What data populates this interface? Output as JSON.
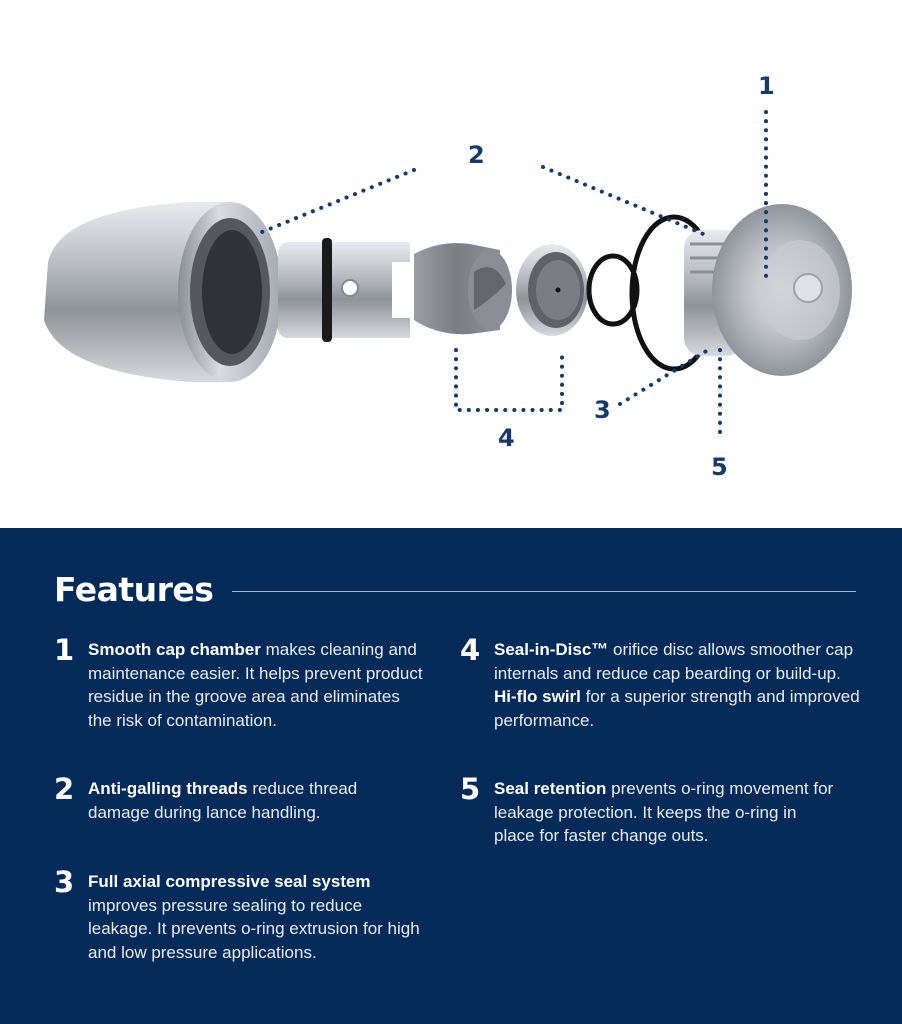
{
  "diagram": {
    "callouts": [
      {
        "id": "1",
        "label": "1"
      },
      {
        "id": "2",
        "label": "2"
      },
      {
        "id": "3",
        "label": "3"
      },
      {
        "id": "4",
        "label": "4"
      },
      {
        "id": "5",
        "label": "5"
      }
    ],
    "colors": {
      "callout": "#153a6b",
      "metal": "#b8bcc2",
      "oring": "#111111",
      "panel": "#042a59"
    }
  },
  "features": {
    "title": "Features",
    "items": [
      {
        "number": "1",
        "bold": "Smooth cap chamber",
        "text": " makes cleaning and maintenance easier. It helps prevent product residue in the groove area and eliminates the risk of contamination."
      },
      {
        "number": "2",
        "bold": "Anti-galling threads",
        "text": " reduce thread damage during lance handling."
      },
      {
        "number": "3",
        "bold": "Full axial compressive seal system",
        "text": " improves pressure sealing to reduce leakage. It prevents  o-ring extrusion for high and low pressure applications."
      },
      {
        "number": "4",
        "bold": "Seal-in-Disc™",
        "text": " orifice disc allows smoother cap internals and reduce cap bearding or build-up. ",
        "bold2": "Hi-flo swirl",
        "text2": " for a superior strength and improved performance."
      },
      {
        "number": "5",
        "bold": "Seal retention",
        "text": " prevents o-ring movement for leakage protection. It keeps the o-ring in place for faster change outs."
      }
    ]
  }
}
